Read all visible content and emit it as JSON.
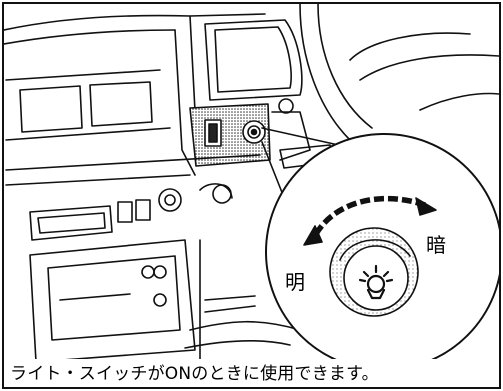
{
  "figure": {
    "bright_label": "明",
    "dark_label": "暗",
    "caption": "ライト・スイッチがONのときに使用できます。"
  }
}
